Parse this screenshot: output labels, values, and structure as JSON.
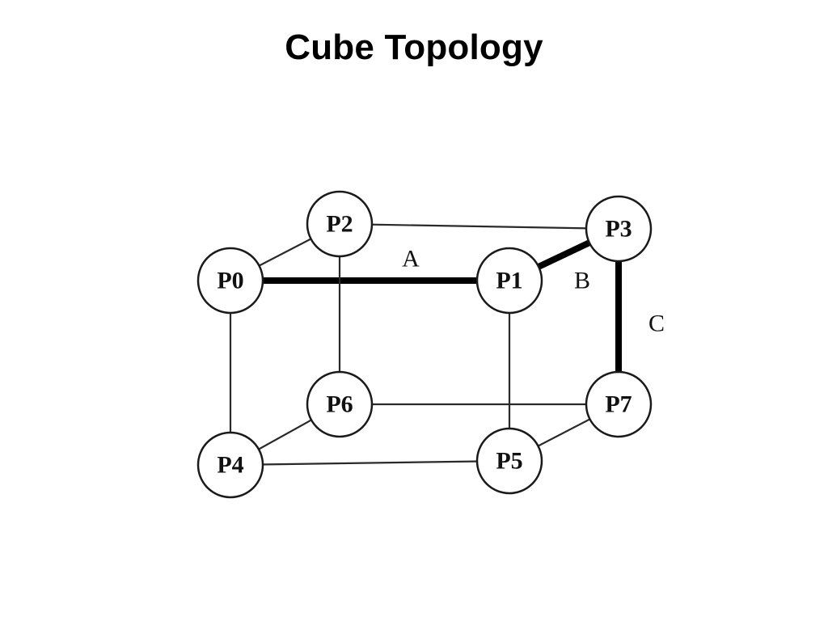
{
  "title": "Cube Topology",
  "diagram": {
    "nodes": [
      {
        "id": "P0",
        "label": "P0"
      },
      {
        "id": "P1",
        "label": "P1"
      },
      {
        "id": "P2",
        "label": "P2"
      },
      {
        "id": "P3",
        "label": "P3"
      },
      {
        "id": "P4",
        "label": "P4"
      },
      {
        "id": "P5",
        "label": "P5"
      },
      {
        "id": "P6",
        "label": "P6"
      },
      {
        "id": "P7",
        "label": "P7"
      }
    ],
    "edges": [
      {
        "from": "P0",
        "to": "P1",
        "highlighted": true,
        "label": "A"
      },
      {
        "from": "P1",
        "to": "P3",
        "highlighted": true,
        "label": "B"
      },
      {
        "from": "P3",
        "to": "P7",
        "highlighted": true,
        "label": "C"
      },
      {
        "from": "P0",
        "to": "P2",
        "highlighted": false
      },
      {
        "from": "P2",
        "to": "P3",
        "highlighted": false
      },
      {
        "from": "P0",
        "to": "P4",
        "highlighted": false
      },
      {
        "from": "P2",
        "to": "P6",
        "highlighted": false
      },
      {
        "from": "P1",
        "to": "P5",
        "highlighted": false
      },
      {
        "from": "P4",
        "to": "P5",
        "highlighted": false
      },
      {
        "from": "P4",
        "to": "P6",
        "highlighted": false
      },
      {
        "from": "P6",
        "to": "P7",
        "highlighted": false
      },
      {
        "from": "P5",
        "to": "P7",
        "highlighted": false
      }
    ]
  }
}
